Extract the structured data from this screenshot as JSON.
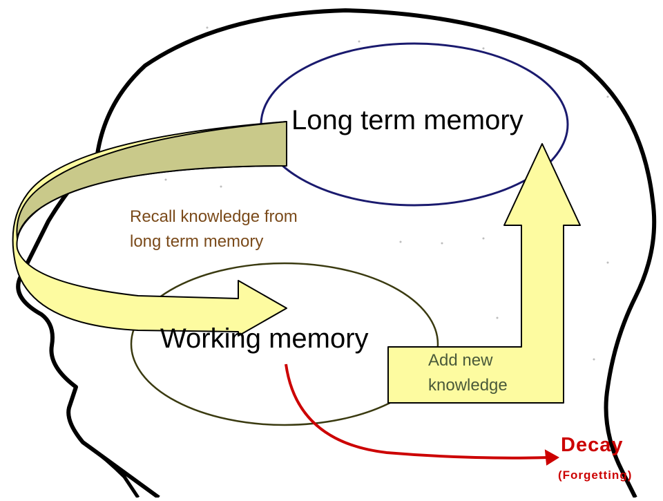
{
  "diagram": {
    "long_term_memory": "Long term memory",
    "working_memory": "Working memory",
    "recall_line1": "Recall knowledge from",
    "recall_line2": "long term memory",
    "add_line1": "Add new",
    "add_line2": "knowledge",
    "decay": "Decay",
    "forgetting": "(Forgetting)"
  },
  "colors": {
    "ltm_ellipse_stroke": "#1a1a6e",
    "wm_ellipse_stroke": "#3a3a10",
    "arrow_fill": "#fdfba0",
    "arrow_top_fill": "#c9c98a",
    "decay_red": "#cc0000",
    "recall_text": "#7a4a1a",
    "add_text": "#4a5a3a"
  }
}
